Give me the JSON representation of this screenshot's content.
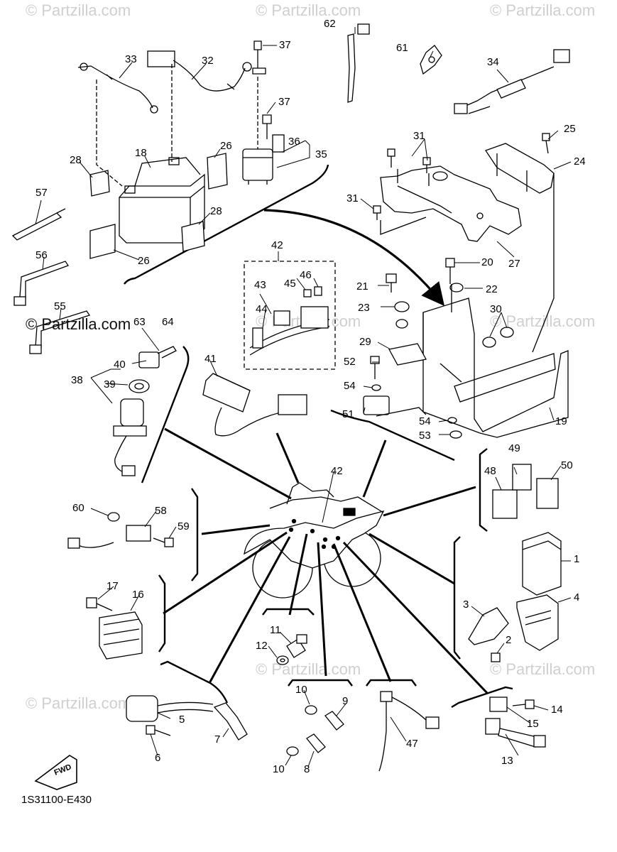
{
  "watermark": "© Partzilla.com",
  "diagram_code": "1S31100-E430",
  "fwd_label": "FWD",
  "callouts": {
    "c1": "1",
    "c2": "2",
    "c3": "3",
    "c4": "4",
    "c5": "5",
    "c6": "6",
    "c7": "7",
    "c8": "8",
    "c9": "9",
    "c10a": "10",
    "c10b": "10",
    "c11": "11",
    "c12": "12",
    "c13": "13",
    "c14": "14",
    "c15": "15",
    "c16": "16",
    "c17": "17",
    "c18": "18",
    "c19": "19",
    "c20": "20",
    "c21": "21",
    "c22": "22",
    "c23": "23",
    "c24": "24",
    "c25": "25",
    "c26a": "26",
    "c26b": "26",
    "c27": "27",
    "c28a": "28",
    "c28b": "28",
    "c29": "29",
    "c30": "30",
    "c31a": "31",
    "c31b": "31",
    "c32": "32",
    "c33": "33",
    "c34": "34",
    "c35": "35",
    "c36": "36",
    "c37a": "37",
    "c37b": "37",
    "c38": "38",
    "c39": "39",
    "c40": "40",
    "c41": "41",
    "c42a": "42",
    "c42b": "42",
    "c43": "43",
    "c44": "44",
    "c45": "45",
    "c46": "46",
    "c47": "47",
    "c48": "48",
    "c49": "49",
    "c50": "50",
    "c51": "51",
    "c52": "52",
    "c53": "53",
    "c54a": "54",
    "c54b": "54",
    "c55": "55",
    "c56": "56",
    "c57": "57",
    "c58": "58",
    "c59": "59",
    "c60": "60",
    "c61": "61",
    "c62": "62",
    "c63": "63",
    "c64": "64"
  }
}
